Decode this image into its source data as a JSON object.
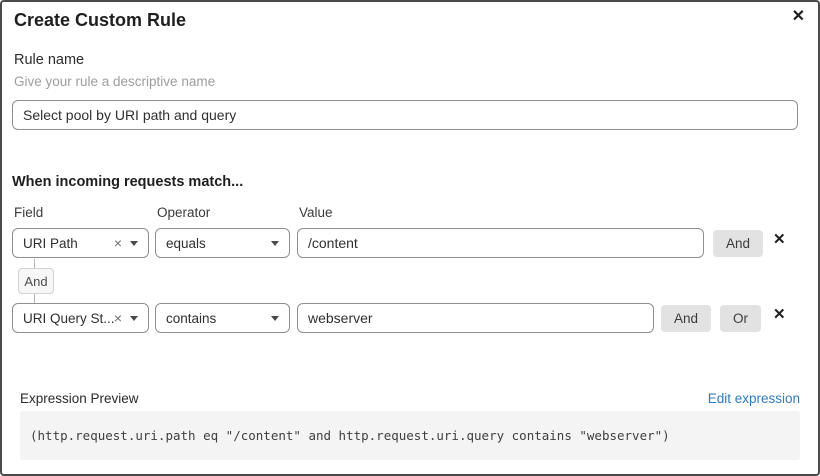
{
  "dialog": {
    "title": "Create Custom Rule"
  },
  "icons": {
    "close": "✕",
    "remove_row": "✕",
    "clear": "×"
  },
  "rule_name": {
    "label": "Rule name",
    "helper": "Give your rule a descriptive name",
    "value": "Select pool by URI path and query"
  },
  "matcher": {
    "heading": "When incoming requests match...",
    "columns": {
      "field": "Field",
      "operator": "Operator",
      "value": "Value"
    },
    "connector_label": "And",
    "rows": [
      {
        "field": "URI Path",
        "operator": "equals",
        "value": "/content",
        "buttons": [
          "And"
        ]
      },
      {
        "field": "URI Query St...",
        "operator": "contains",
        "value": "webserver",
        "buttons": [
          "And",
          "Or"
        ]
      }
    ]
  },
  "expression": {
    "label": "Expression Preview",
    "edit_link": "Edit expression",
    "code": "(http.request.uri.path eq \"/content\" and http.request.uri.query contains \"webserver\")"
  },
  "colors": {
    "link": "#2f7bbf",
    "input_border": "#8f8f8f",
    "button_bg": "#e2e2e2",
    "code_bg": "#f4f4f4",
    "modal_border": "#4b4b4b"
  }
}
